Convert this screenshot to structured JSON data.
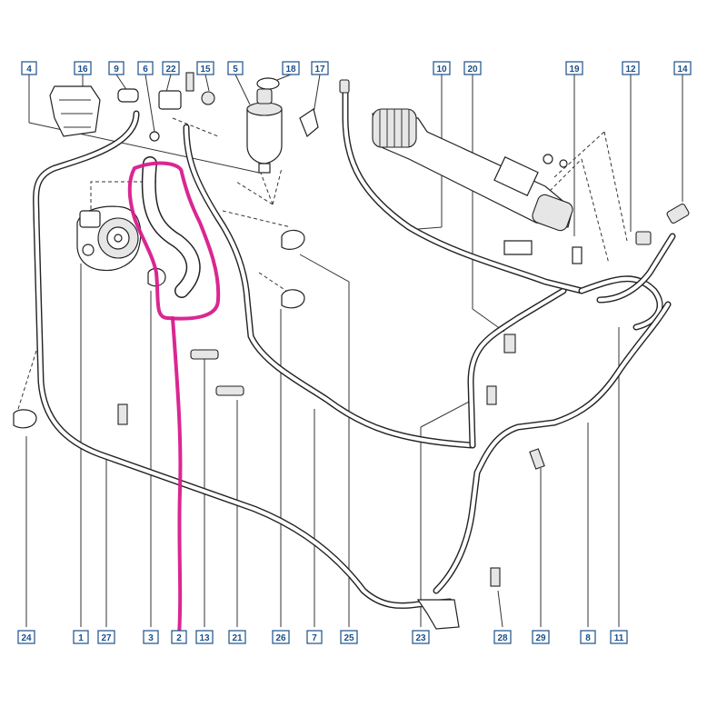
{
  "labels": {
    "l4": "4",
    "l16": "16",
    "l9": "9",
    "l6": "6",
    "l22": "22",
    "l15": "15",
    "l5": "5",
    "l18": "18",
    "l17": "17",
    "l10": "10",
    "l20": "20",
    "l19": "19",
    "l12": "12",
    "l14": "14",
    "l24": "24",
    "l1": "1",
    "l27": "27",
    "l3": "3",
    "l2": "2",
    "l13": "13",
    "l21": "21",
    "l26": "26",
    "l7": "7",
    "l25": "25",
    "l23": "23",
    "l28": "28",
    "l29": "29",
    "l8": "8",
    "l11": "11"
  },
  "colors": {
    "label_border": "#1a4f8a",
    "highlight": "#d81b8c",
    "line_art": "#222222"
  }
}
